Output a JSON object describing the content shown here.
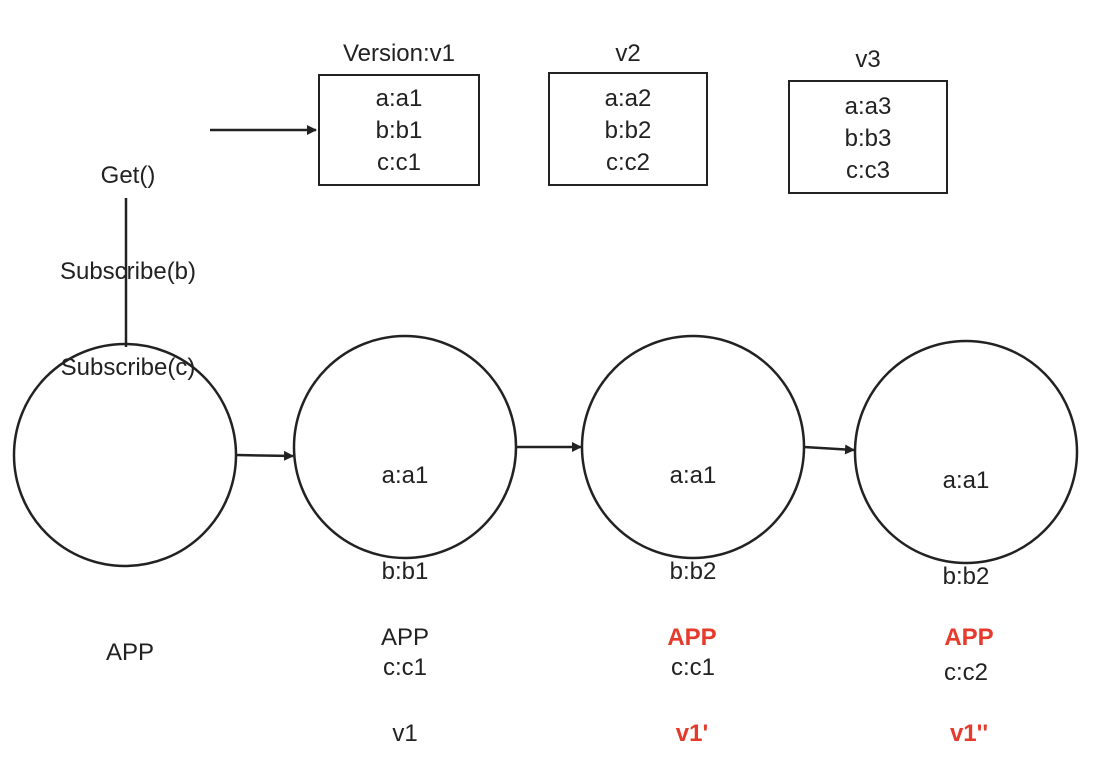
{
  "operations": [
    "Get()",
    "Subscribe(b)",
    "Subscribe(c)"
  ],
  "versions": [
    {
      "title": "Version:v1",
      "lines": [
        "a:a1",
        "b:b1",
        "c:c1"
      ]
    },
    {
      "title": "v2",
      "lines": [
        "a:a2",
        "b:b2",
        "c:c2"
      ]
    },
    {
      "title": "v3",
      "lines": [
        "a:a3",
        "b:b3",
        "c:c3"
      ]
    }
  ],
  "apps": [
    {
      "lines": [],
      "label": [
        "APP"
      ],
      "highlight": false
    },
    {
      "lines": [
        "a:a1",
        "b:b1",
        "c:c1"
      ],
      "label": [
        "APP",
        "v1"
      ],
      "highlight": false
    },
    {
      "lines": [
        "a:a1",
        "b:b2",
        "c:c1"
      ],
      "label": [
        "APP",
        "v1'"
      ],
      "highlight": true
    },
    {
      "lines": [
        "a:a1",
        "b:b2",
        "c:c2"
      ],
      "label": [
        "APP",
        "v1''"
      ],
      "highlight": true
    }
  ],
  "colors": {
    "stroke": "#222222",
    "highlight": "#e53a2c"
  }
}
